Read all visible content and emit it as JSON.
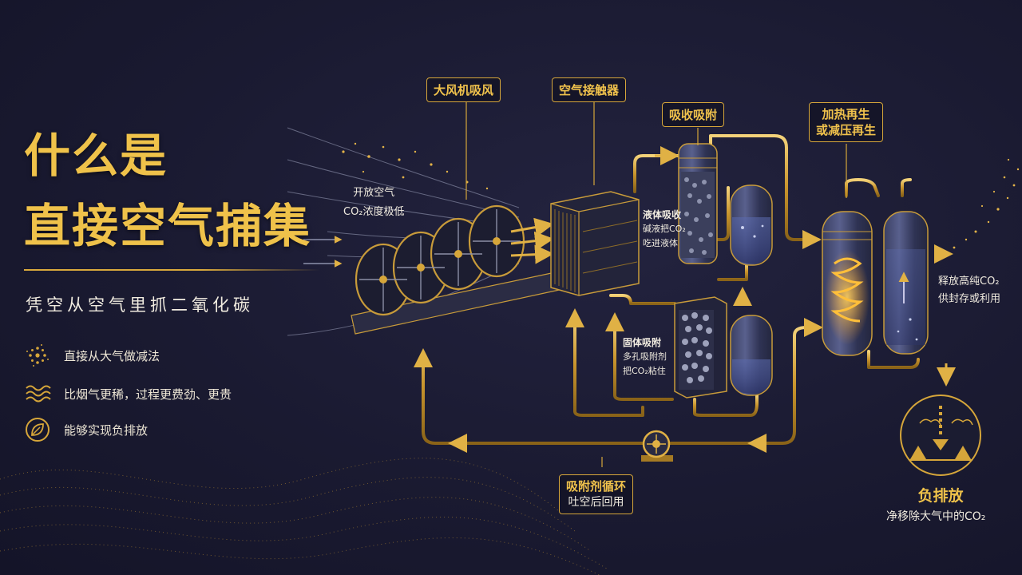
{
  "title": {
    "line1": "什么是",
    "line2": "直接空气捕集"
  },
  "subtitle": "凭空从空气里抓二氧化碳",
  "features": [
    {
      "icon": "dots-cluster-icon",
      "label": "直接从大气做减法"
    },
    {
      "icon": "wavy-lines-icon",
      "label": "比烟气更稀，过程更费劲、更贵"
    },
    {
      "icon": "leaf-circle-icon",
      "label": "能够实现负排放"
    }
  ],
  "air": {
    "line1": "开放空气",
    "line2": "CO₂浓度极低"
  },
  "steps": {
    "fans": "大风机吸风",
    "contactor": "空气接触器",
    "absorb": "吸收吸附",
    "regen_line1": "加热再生",
    "regen_line2": "或减压再生",
    "cycle_title": "吸附剂循环",
    "cycle_sub": "吐空后回用"
  },
  "liquid": {
    "title": "液体吸收",
    "line1": "碱液把CO₂",
    "line2": "吃进液体"
  },
  "solid": {
    "title": "固体吸附",
    "line1": "多孔吸附剂",
    "line2": "把CO₂粘住"
  },
  "release": {
    "line1": "释放高纯CO₂",
    "line2": "供封存或利用"
  },
  "negative": {
    "title": "负排放",
    "sub": "净移除大气中的CO₂"
  },
  "colors": {
    "gold": "#d6a63a",
    "title_gold": "#efc24a",
    "background": "#1a1a31"
  }
}
